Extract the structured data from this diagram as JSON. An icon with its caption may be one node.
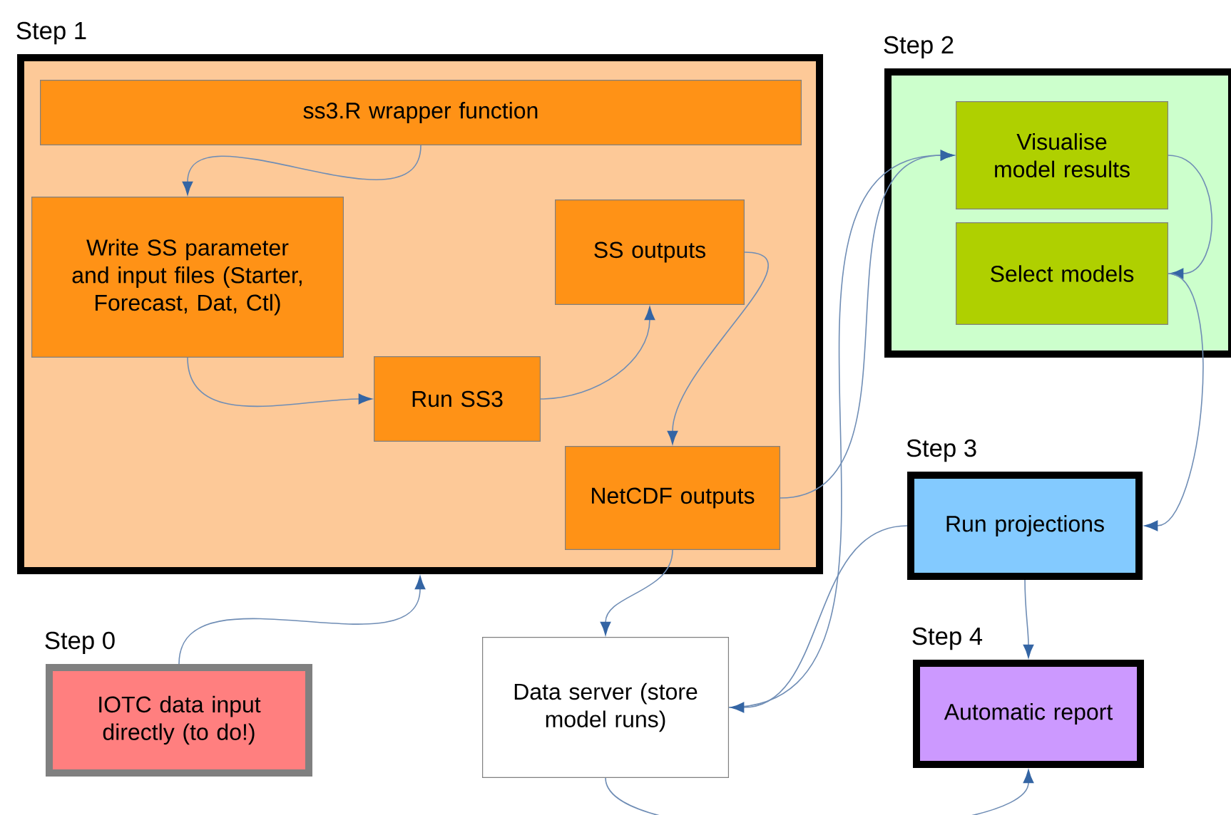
{
  "diagram": {
    "nodes": [
      {
        "text": [
          "Step 1"
        ]
      },
      {
        "text": [
          "ss3.R wrapper function"
        ],
        "in": 0
      },
      {
        "text": [
          "Write SS parameter and input files (Starter, Forecast, Dat, Ctl)"
        ],
        "in": 0
      },
      {
        "text": [
          "SS outputs"
        ],
        "in": 0
      },
      {
        "text": [
          "Run SS3"
        ],
        "in": 0
      },
      {
        "text": [
          "NetCDF outputs"
        ],
        "in": 0
      },
      {
        "text": [
          "Step 2"
        ]
      },
      {
        "text": [
          "Visualise model results"
        ],
        "in": 6
      },
      {
        "text": [
          "Select models"
        ],
        "in": 6
      },
      {
        "text": [
          "Step 3",
          "Run projections"
        ]
      },
      {
        "text": [
          "Step 0",
          "IOTC data input directly (to do!)"
        ]
      },
      {
        "text": [
          "Data server (store model runs)"
        ]
      },
      {
        "text": [
          "Step 4",
          "Automatic report"
        ]
      }
    ],
    "edges": [
      {
        "from": 1,
        "to": 2,
        "arrow": "to"
      },
      {
        "from": 2,
        "to": 4,
        "arrow": "to"
      },
      {
        "from": 4,
        "to": 3,
        "arrow": "to"
      },
      {
        "from": 3,
        "to": 5,
        "arrow": "to"
      },
      {
        "from": 5,
        "to": 7,
        "arrow": "to"
      },
      {
        "from": 5,
        "to": 11,
        "arrow": "to"
      },
      {
        "from": 11,
        "to": 7,
        "arrow": "to"
      },
      {
        "from": 9,
        "to": 11,
        "arrow": "to"
      },
      {
        "from": 7,
        "to": 8,
        "arrow": "to"
      },
      {
        "from": 8,
        "to": 9,
        "arrow": "to"
      },
      {
        "from": 9,
        "to": 12,
        "arrow": "to"
      },
      {
        "from": 11,
        "to": 12,
        "arrow": "to"
      },
      {
        "from": 10,
        "to": 0,
        "arrow": "to"
      }
    ]
  }
}
